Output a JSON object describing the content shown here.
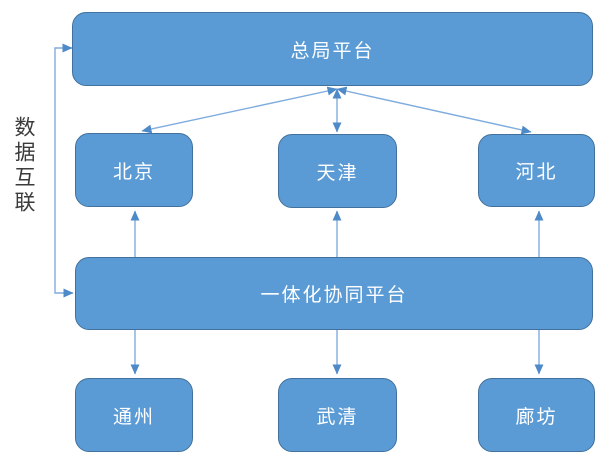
{
  "side_label": "数据互联",
  "nodes": {
    "top_platform": "总局平台",
    "beijing": "北京",
    "tianjin": "天津",
    "hebei": "河北",
    "integrated_platform": "一体化协同平台",
    "tongzhou": "通州",
    "wuqing": "武清",
    "langfang": "廊坊"
  },
  "colors": {
    "background": "#FFFFFF",
    "box_fill": "#5B9BD5",
    "box_border": "#41719C",
    "box_text": "#FFFFFF",
    "connector_line": "#7FACDE",
    "arrowhead": "#4E8AC8",
    "side_label_text": "#3B3B3B"
  }
}
